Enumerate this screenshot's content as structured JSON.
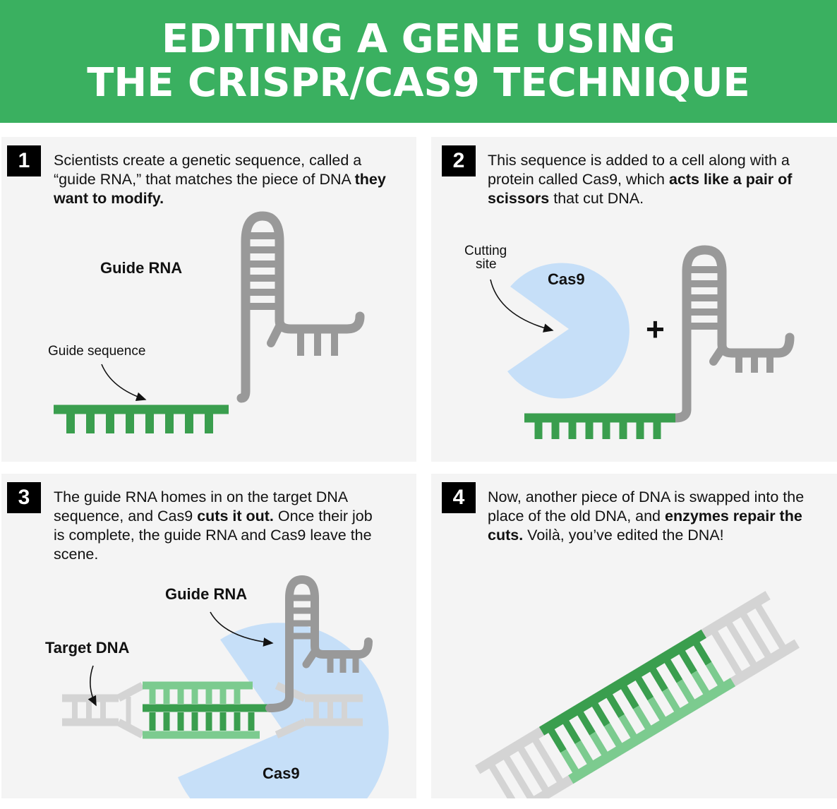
{
  "header": {
    "line1": "EDITING A GENE USING",
    "line2": "THE CRISPR/CAS9 TECHNIQUE"
  },
  "colors": {
    "green_header": "#3ab060",
    "green_dark": "#3a9e4e",
    "green_light": "#7ccb8f",
    "gray_rna": "#999999",
    "gray_light": "#d4d4d4",
    "cas9_blue": "#c6dff8",
    "panel_bg": "#f4f4f4"
  },
  "steps": [
    {
      "number": "1",
      "text_a": "Scientists create a genetic sequence, called a “guide RNA,” that matches the piece of DNA ",
      "text_bold": "they want to modify.",
      "text_c": "",
      "labels": {
        "guide_rna": "Guide RNA",
        "guide_sequence": "Guide sequence"
      }
    },
    {
      "number": "2",
      "text_a": "This sequence is added to a cell along with a protein called Cas9, which ",
      "text_bold": "acts like a pair of scissors",
      "text_c": " that cut DNA.",
      "labels": {
        "cutting_site_1": "Cutting",
        "cutting_site_2": "site",
        "cas9": "Cas9",
        "plus": "+"
      }
    },
    {
      "number": "3",
      "text_a": "The guide RNA homes in on the target DNA sequence, and Cas9 ",
      "text_bold": "cuts it out.",
      "text_c": " Once their job is complete, the guide RNA and Cas9 leave the scene.",
      "labels": {
        "guide_rna": "Guide RNA",
        "target_dna": "Target DNA",
        "cas9": "Cas9"
      }
    },
    {
      "number": "4",
      "text_a": "Now, another piece of DNA is swapped into the place of the old DNA, and ",
      "text_bold": "enzymes repair the cuts.",
      "text_c": " Voilà, you’ve edited the DNA!",
      "labels": {}
    }
  ]
}
